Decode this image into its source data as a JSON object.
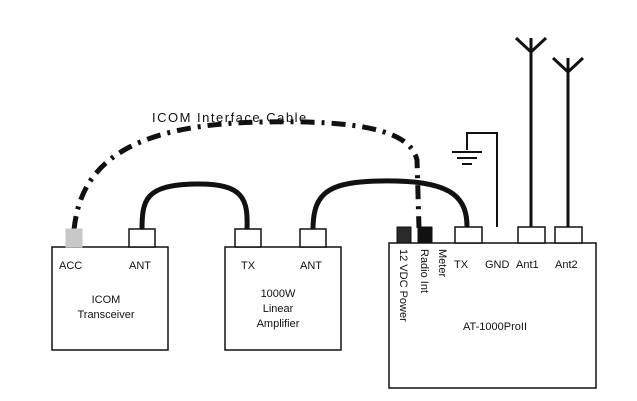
{
  "cable_label": "ICOM Interface Cable",
  "transceiver": {
    "port_acc": "ACC",
    "port_ant": "ANT",
    "name_line1": "ICOM",
    "name_line2": "Transceiver"
  },
  "amplifier": {
    "port_tx": "TX",
    "port_ant": "ANT",
    "name_line1": "1000W",
    "name_line2": "Linear",
    "name_line3": "Amplifier"
  },
  "tuner": {
    "port_power": "12 VDC Power",
    "port_radio": "Radio Int",
    "port_meter": "Meter",
    "port_tx": "TX",
    "port_gnd": "GND",
    "port_ant1": "Ant1",
    "port_ant2": "Ant2",
    "name": "AT-1000ProII"
  },
  "colors": {
    "line": "#111111",
    "acc_connector": "#c8c8c8",
    "dark_connector": "#2a2a2a"
  }
}
